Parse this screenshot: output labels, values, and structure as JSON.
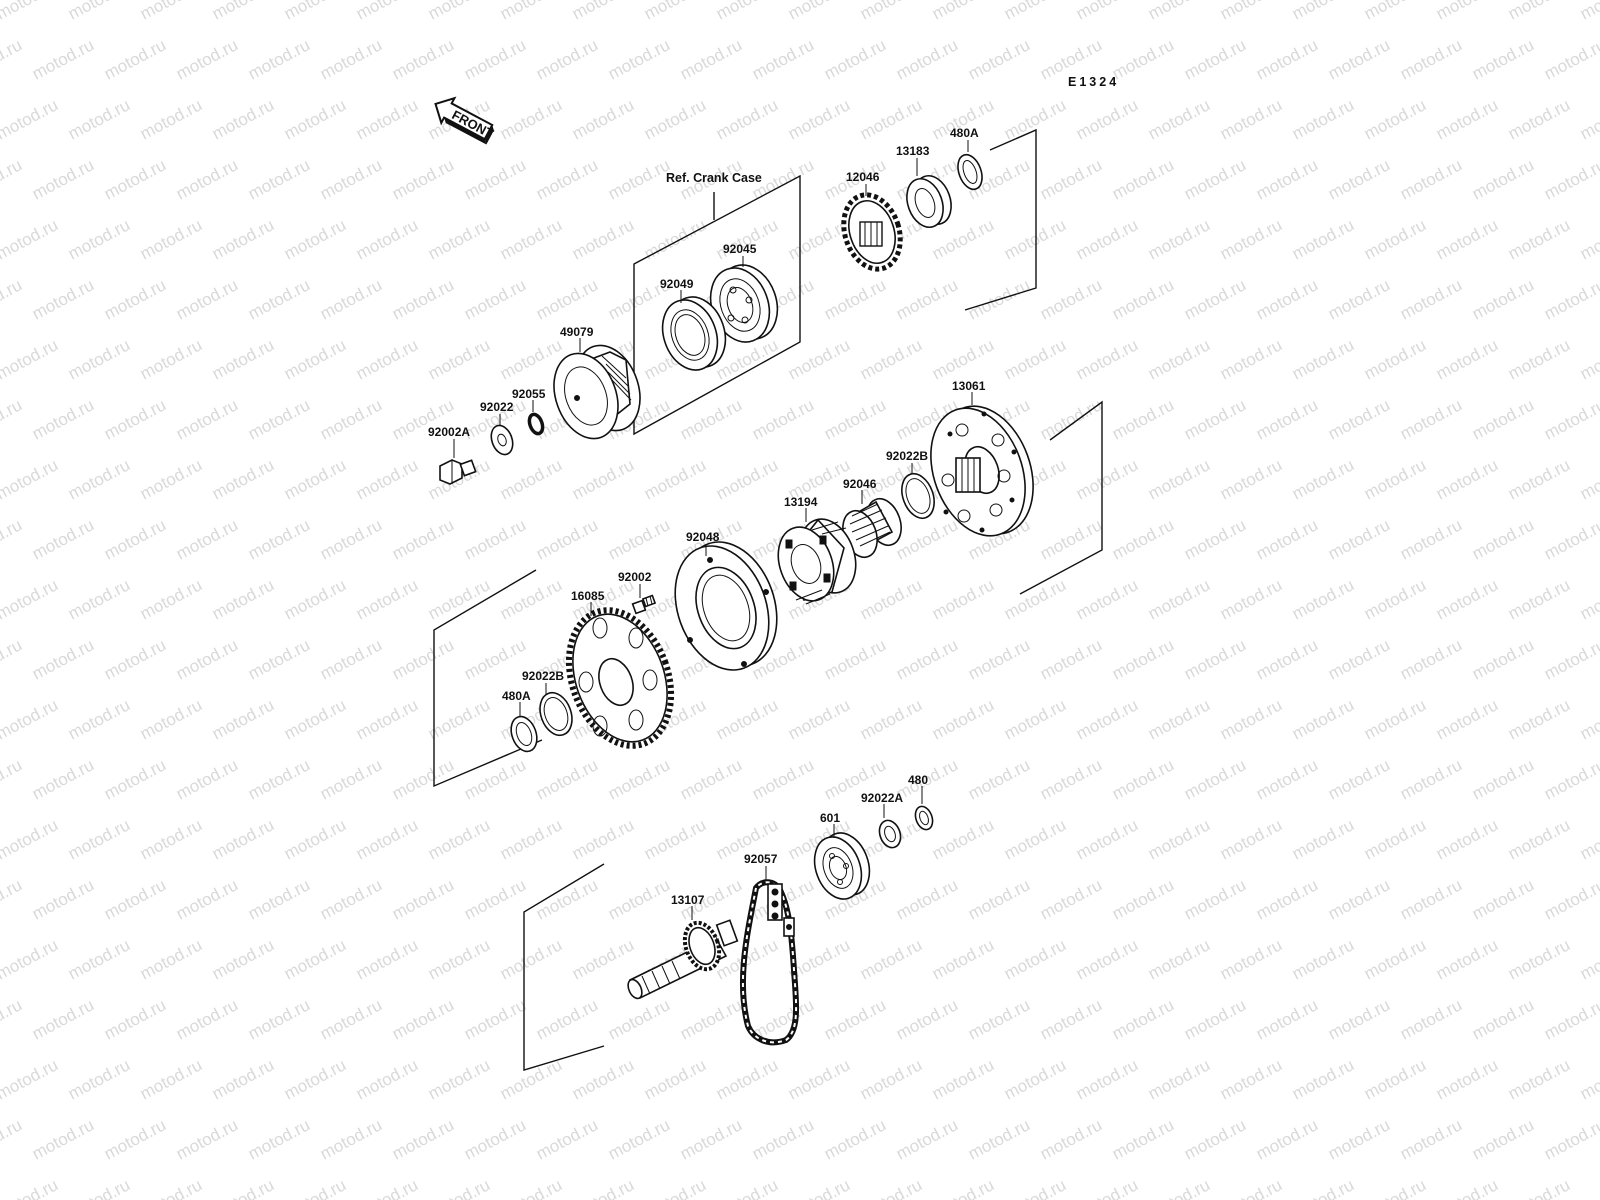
{
  "diagram_code": "E1324",
  "front_label": "FRONT",
  "ref_label": "Ref. Crank Case",
  "watermark": "motod.ru",
  "parts": {
    "p480A_top": "480A",
    "p13183": "13183",
    "p12046": "12046",
    "p92045": "92045",
    "p92049": "92049",
    "p49079": "49079",
    "p92055": "92055",
    "p92022": "92022",
    "p92002A": "92002A",
    "p13061": "13061",
    "p92022B_mid": "92022B",
    "p92046": "92046",
    "p13194": "13194",
    "p92048": "92048",
    "p92002": "92002",
    "p16085": "16085",
    "p92022B_low": "92022B",
    "p480A_low": "480A",
    "p480": "480",
    "p92022A": "92022A",
    "p601": "601",
    "p92057": "92057",
    "p13107": "13107"
  }
}
